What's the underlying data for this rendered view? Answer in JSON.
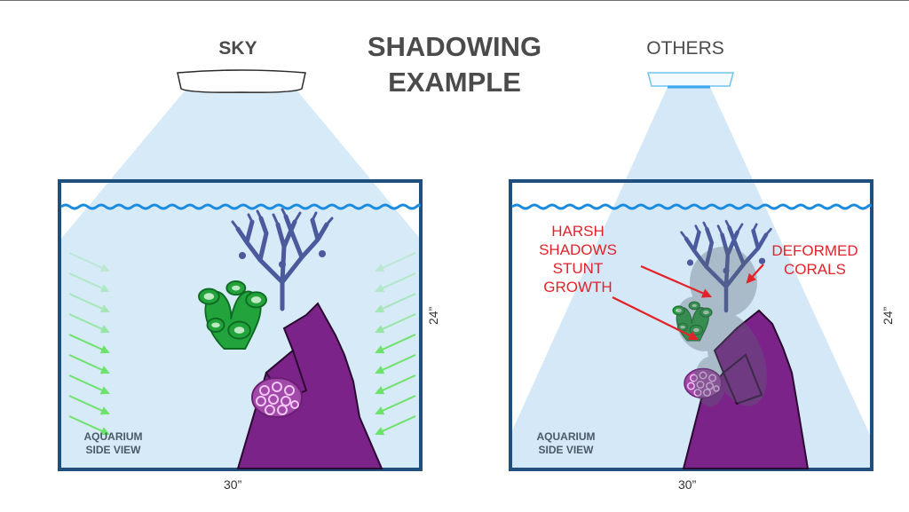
{
  "title": {
    "line1": "SHADOWING",
    "line2": "EXAMPLE"
  },
  "left_fixture": {
    "label": "SKY"
  },
  "right_fixture": {
    "label": "OTHERS"
  },
  "left_tank": {
    "side_label_1": "AQUARIUM",
    "side_label_2": "SIDE VIEW",
    "width_label": "30”",
    "height_label": "24”"
  },
  "right_tank": {
    "side_label_1": "AQUARIUM",
    "side_label_2": "SIDE VIEW",
    "width_label": "30”",
    "height_label": "24”",
    "annotation_left": [
      "HARSH",
      "SHADOWS",
      "STUNT",
      "GROWTH"
    ],
    "annotation_right": [
      "DEFORMED",
      "CORALS"
    ]
  },
  "colors": {
    "light_beam": "#cfe6f7",
    "tank_frame": "#1f4f7d",
    "water_line": "#1a8be0",
    "rock": "#7b2389",
    "branch_coral": "#4a5a9c",
    "green_coral": "#22a33b",
    "pink_coral": "#a24aa9",
    "arrow": "#6ce26a",
    "annotation": "#e2232a"
  }
}
